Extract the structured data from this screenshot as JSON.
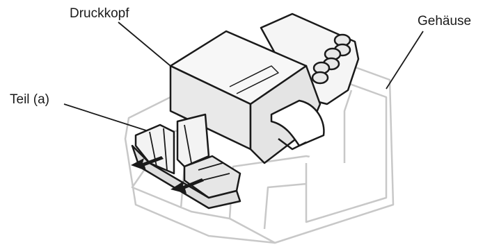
{
  "labels": {
    "print_head": "Druckkopf",
    "housing": "Gehäuse",
    "part_a": "Teil (a)"
  },
  "colors": {
    "outline": "#1a1a1a",
    "housing_outline": "#c8c8c8",
    "head_fill": "#f2f2f2",
    "head_shade": "#e2e2e2",
    "arrow": "#1a1a1a"
  }
}
